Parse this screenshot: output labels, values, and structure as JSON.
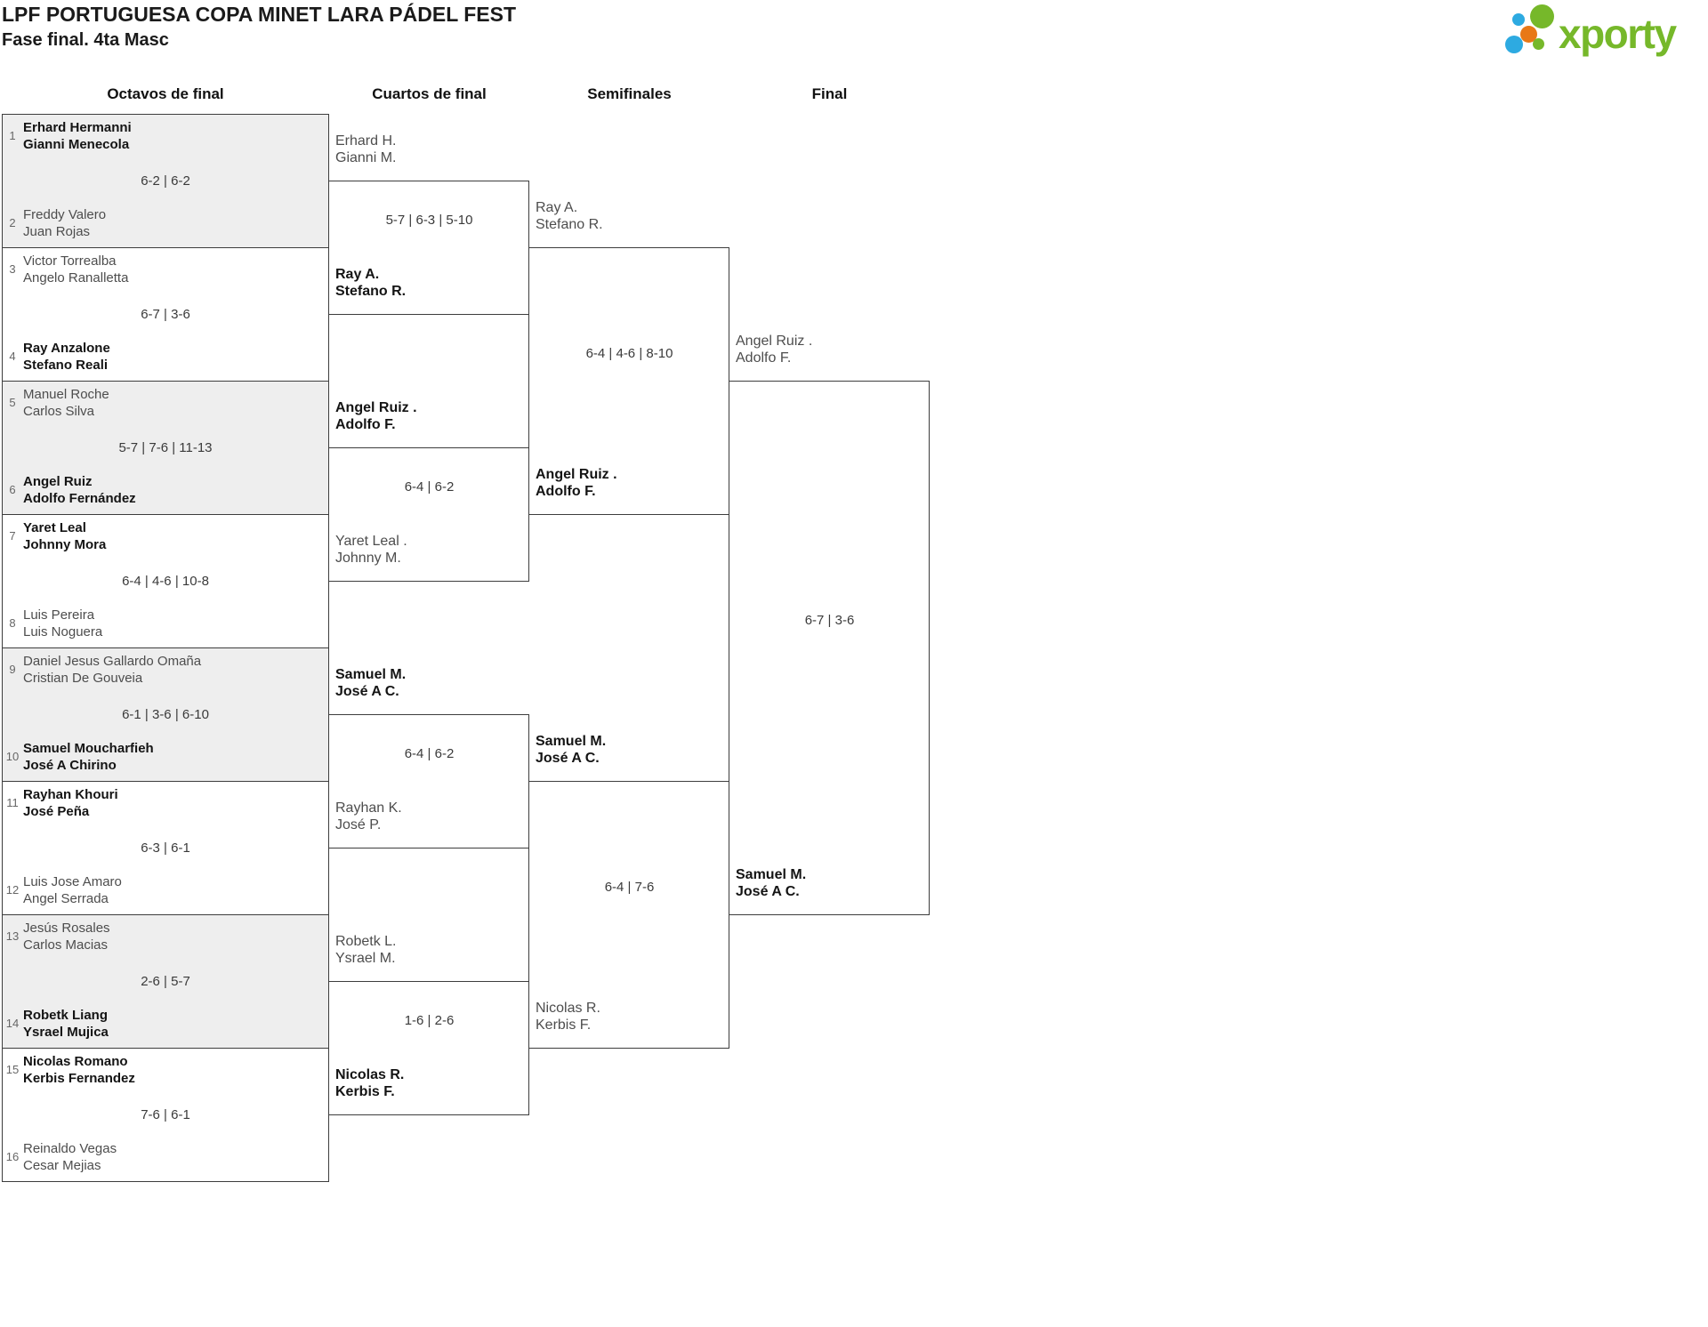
{
  "page": {
    "title": "LPF PORTUGUESA COPA MINET LARA PÁDEL FEST",
    "subtitle": "Fase final. 4ta Masc"
  },
  "logo": {
    "text": "xporty",
    "text_color": "#76b82a",
    "dot_colors": {
      "green": "#76b82a",
      "blue": "#2daae1",
      "orange": "#e87817"
    }
  },
  "colors": {
    "border": "#3d3d3d",
    "shaded_match_bg": "#eeeeee",
    "winner_text": "#141414",
    "loser_text": "#4d4d4d",
    "seed_text": "#666666",
    "score_text": "#3a3a3a"
  },
  "round_headers": [
    {
      "label": "Octavos de final"
    },
    {
      "label": "Cuartos de final"
    },
    {
      "label": "Semifinales"
    },
    {
      "label": "Final"
    }
  ],
  "rounds": [
    {
      "name": "octavos",
      "matches": [
        {
          "shaded": true,
          "score": "6-2 | 6-2",
          "top": {
            "seed": "1",
            "lines": [
              "Erhard Hermanni",
              "Gianni Menecola"
            ],
            "winner": true
          },
          "bottom": {
            "seed": "2",
            "lines": [
              "Freddy Valero",
              "Juan Rojas"
            ],
            "winner": false
          }
        },
        {
          "shaded": false,
          "score": "6-7 | 3-6",
          "top": {
            "seed": "3",
            "lines": [
              "Victor Torrealba",
              "Angelo Ranalletta"
            ],
            "winner": false
          },
          "bottom": {
            "seed": "4",
            "lines": [
              "Ray Anzalone",
              "Stefano Reali"
            ],
            "winner": true
          }
        },
        {
          "shaded": true,
          "score": "5-7 | 7-6 | 11-13",
          "top": {
            "seed": "5",
            "lines": [
              "Manuel Roche",
              "Carlos Silva"
            ],
            "winner": false
          },
          "bottom": {
            "seed": "6",
            "lines": [
              "Angel Ruiz",
              "Adolfo Fernández"
            ],
            "winner": true
          }
        },
        {
          "shaded": false,
          "score": "6-4 | 4-6 | 10-8",
          "top": {
            "seed": "7",
            "lines": [
              "Yaret Leal",
              "Johnny Mora"
            ],
            "winner": true
          },
          "bottom": {
            "seed": "8",
            "lines": [
              "Luis Pereira",
              "Luis Noguera"
            ],
            "winner": false
          }
        },
        {
          "shaded": true,
          "score": "6-1 | 3-6 | 6-10",
          "top": {
            "seed": "9",
            "lines": [
              "Daniel Jesus Gallardo Omaña",
              "Cristian De Gouveia"
            ],
            "winner": false
          },
          "bottom": {
            "seed": "10",
            "lines": [
              "Samuel Moucharfieh",
              "José A Chirino"
            ],
            "winner": true
          }
        },
        {
          "shaded": false,
          "score": "6-3 | 6-1",
          "top": {
            "seed": "11",
            "lines": [
              "Rayhan Khouri",
              "José Peña"
            ],
            "winner": true
          },
          "bottom": {
            "seed": "12",
            "lines": [
              "Luis Jose Amaro",
              "Angel Serrada"
            ],
            "winner": false
          }
        },
        {
          "shaded": true,
          "score": "2-6 | 5-7",
          "top": {
            "seed": "13",
            "lines": [
              "Jesús Rosales",
              "Carlos Macias"
            ],
            "winner": false
          },
          "bottom": {
            "seed": "14",
            "lines": [
              "Robetk Liang",
              "Ysrael Mujica"
            ],
            "winner": true
          }
        },
        {
          "shaded": false,
          "score": "7-6 | 6-1",
          "top": {
            "seed": "15",
            "lines": [
              "Nicolas Romano",
              "Kerbis Fernandez"
            ],
            "winner": true
          },
          "bottom": {
            "seed": "16",
            "lines": [
              "Reinaldo Vegas",
              "Cesar Mejias"
            ],
            "winner": false
          }
        }
      ]
    },
    {
      "name": "cuartos",
      "matches": [
        {
          "score": "5-7 | 6-3 | 5-10",
          "top": {
            "lines": [
              "Erhard H.",
              "Gianni M."
            ],
            "winner": false
          },
          "bottom": {
            "lines": [
              "Ray A.",
              "Stefano R."
            ],
            "winner": true
          }
        },
        {
          "score": "6-4 | 6-2",
          "top": {
            "lines": [
              "Angel Ruiz .",
              "Adolfo F."
            ],
            "winner": true
          },
          "bottom": {
            "lines": [
              "Yaret Leal .",
              "Johnny M."
            ],
            "winner": false
          }
        },
        {
          "score": "6-4 | 6-2",
          "top": {
            "lines": [
              "Samuel M.",
              "José A C."
            ],
            "winner": true
          },
          "bottom": {
            "lines": [
              "Rayhan K.",
              "José P."
            ],
            "winner": false
          }
        },
        {
          "score": "1-6 | 2-6",
          "top": {
            "lines": [
              "Robetk L.",
              "Ysrael M."
            ],
            "winner": false
          },
          "bottom": {
            "lines": [
              "Nicolas R.",
              "Kerbis F."
            ],
            "winner": true
          }
        }
      ]
    },
    {
      "name": "semifinales",
      "matches": [
        {
          "score": "6-4 | 4-6 | 8-10",
          "top": {
            "lines": [
              "Ray A.",
              "Stefano R."
            ],
            "winner": false
          },
          "bottom": {
            "lines": [
              "Angel Ruiz .",
              "Adolfo F."
            ],
            "winner": true
          }
        },
        {
          "score": "6-4 | 7-6",
          "top": {
            "lines": [
              "Samuel M.",
              "José A C."
            ],
            "winner": true
          },
          "bottom": {
            "lines": [
              "Nicolas R.",
              "Kerbis F."
            ],
            "winner": false
          }
        }
      ]
    },
    {
      "name": "final",
      "matches": [
        {
          "score": "6-7 | 3-6",
          "top": {
            "lines": [
              "Angel Ruiz .",
              "Adolfo F."
            ],
            "winner": false
          },
          "bottom": {
            "lines": [
              "Samuel M.",
              "José A C."
            ],
            "winner": true
          }
        }
      ]
    }
  ]
}
